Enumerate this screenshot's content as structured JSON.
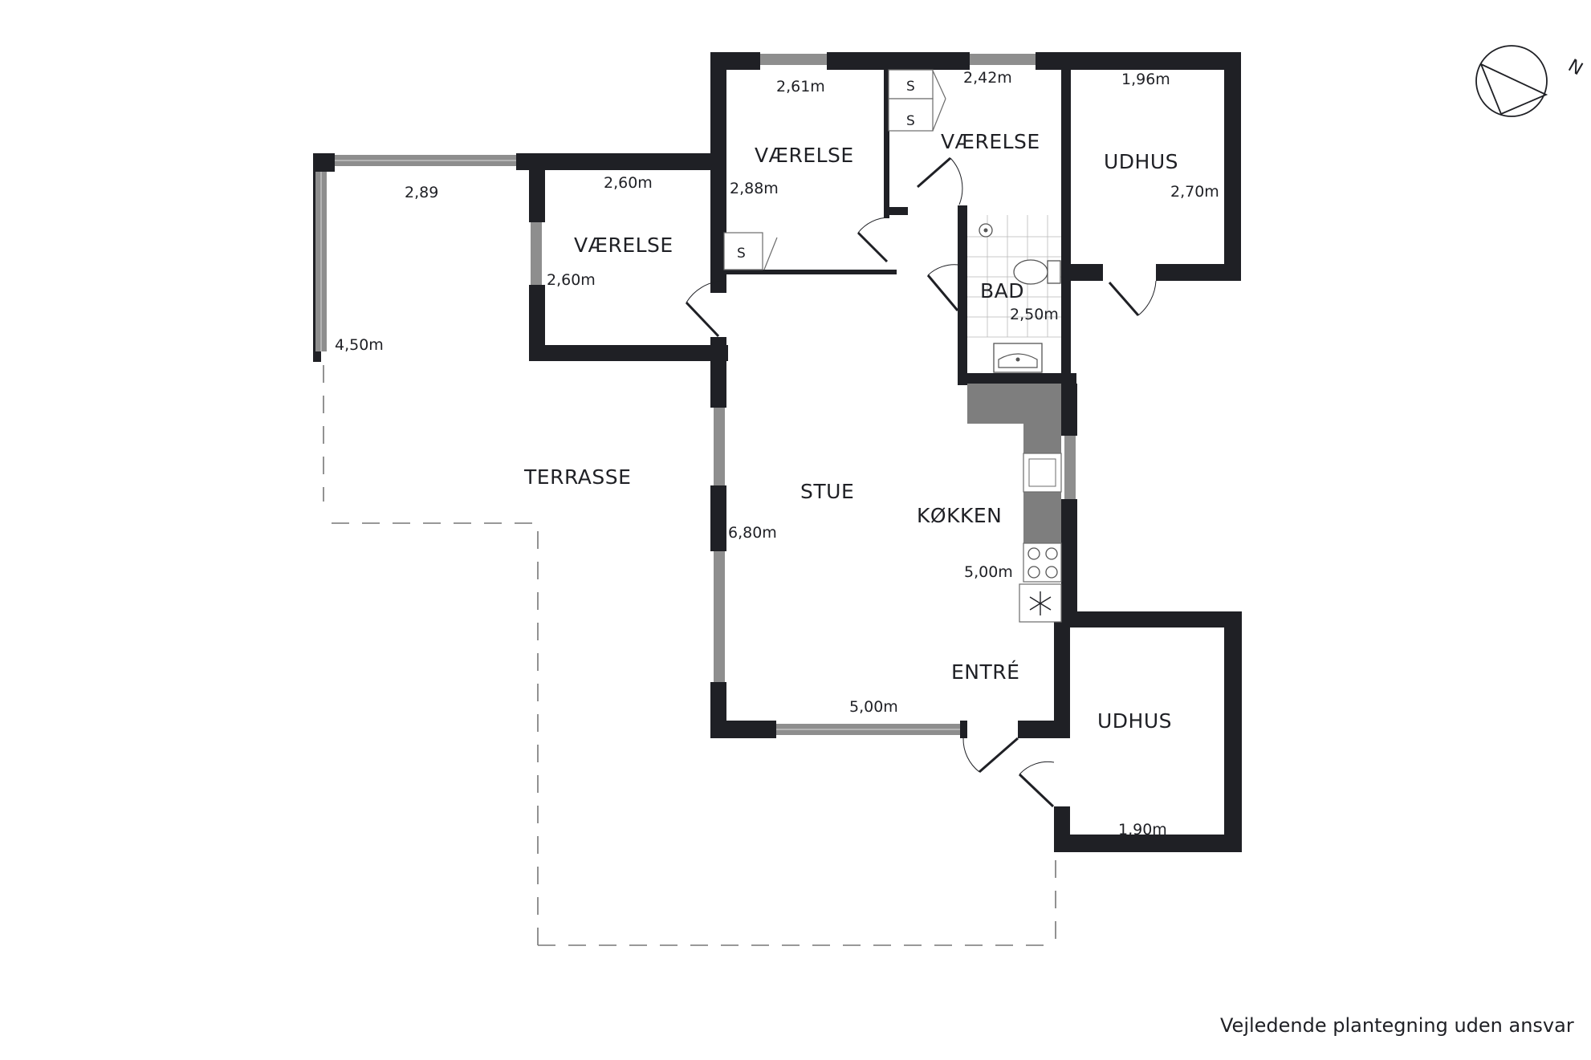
{
  "rooms": {
    "vaerelse_left": "VÆRELSE",
    "vaerelse_mid": "VÆRELSE",
    "vaerelse_right": "VÆRELSE",
    "udhus_top": "UDHUS",
    "udhus_bottom": "UDHUS",
    "bad": "BAD",
    "stue": "STUE",
    "koekken": "KØKKEN",
    "entre": "ENTRÉ",
    "terrasse": "TERRASSE"
  },
  "dimensions": {
    "terrace_width": "2,89",
    "terrace_depth": "4,50m",
    "vaerelse_left_width": "2,60m",
    "vaerelse_left_depth": "2,60m",
    "vaerelse_mid_width": "2,61m",
    "vaerelse_mid_depth": "2,88m",
    "vaerelse_right_width": "2,42m",
    "udhus_top_width": "1,96m",
    "udhus_top_depth": "2,70m",
    "bad_depth": "2,50m",
    "stue_depth": "6,80m",
    "stue_width": "5,00m",
    "koekken_depth": "5,00m",
    "udhus_bottom_width": "1,90m"
  },
  "closet_labels": [
    "S",
    "S",
    "S"
  ],
  "compass": {
    "label": "N"
  },
  "disclaimer": "Vejledende plantegning uden ansvar",
  "icons": [
    "compass-icon",
    "shower-icon",
    "toilet-icon",
    "washbasin-icon",
    "sink-icon",
    "stove-icon",
    "freezer-icon"
  ]
}
